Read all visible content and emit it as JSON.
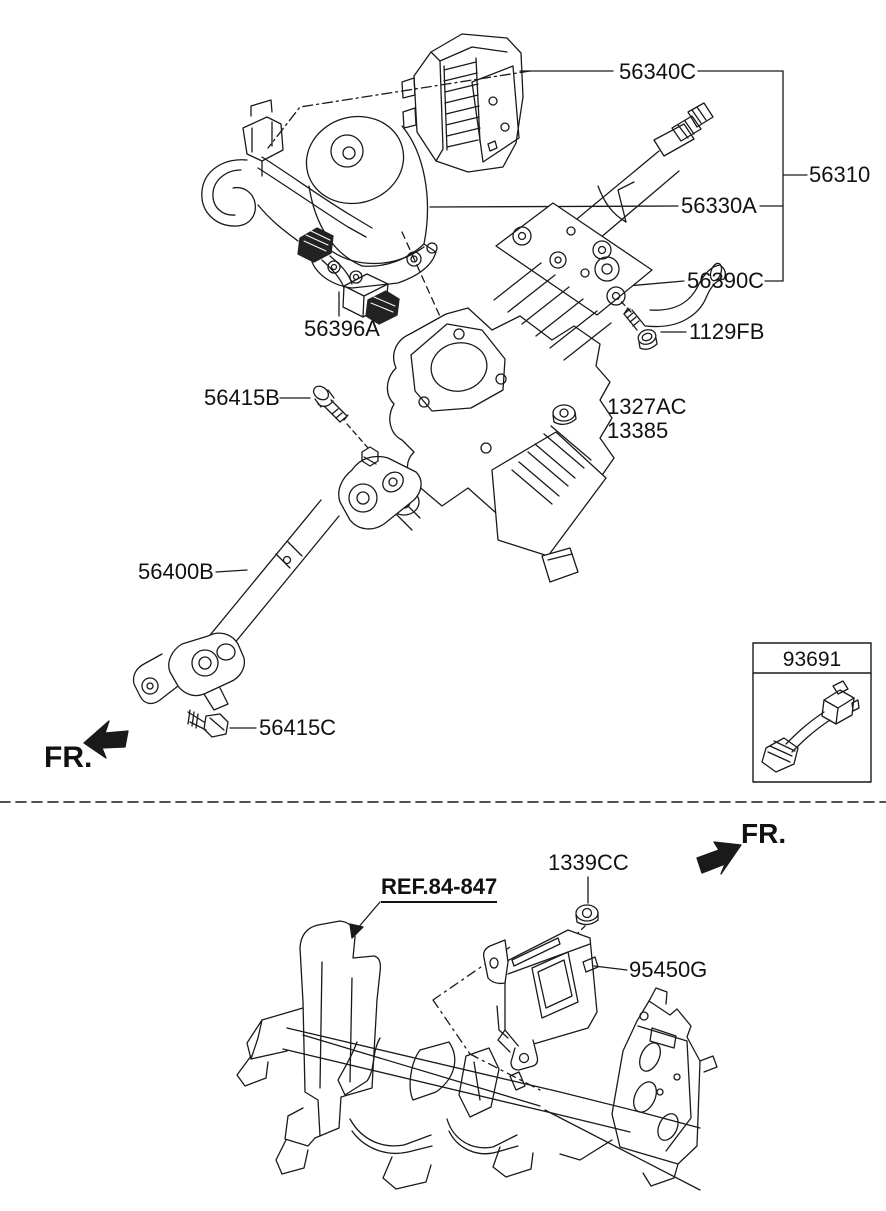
{
  "colors": {
    "ink": "#1a1a1a",
    "paper": "#ffffff"
  },
  "top": {
    "fr": "FR.",
    "inset_title": "93691",
    "labels": {
      "n56340C": "56340C",
      "n56310": "56310",
      "n56330A": "56330A",
      "n56390C": "56390C",
      "n1129FB": "1129FB",
      "n56396A": "56396A",
      "n1327AC": "1327AC",
      "n13385": "13385",
      "n56415B": "56415B",
      "n56400B": "56400B",
      "n56415C": "56415C"
    }
  },
  "bottom": {
    "fr": "FR.",
    "ref": "REF.84-847",
    "labels": {
      "n1339CC": "1339CC",
      "n95450G": "95450G"
    }
  }
}
